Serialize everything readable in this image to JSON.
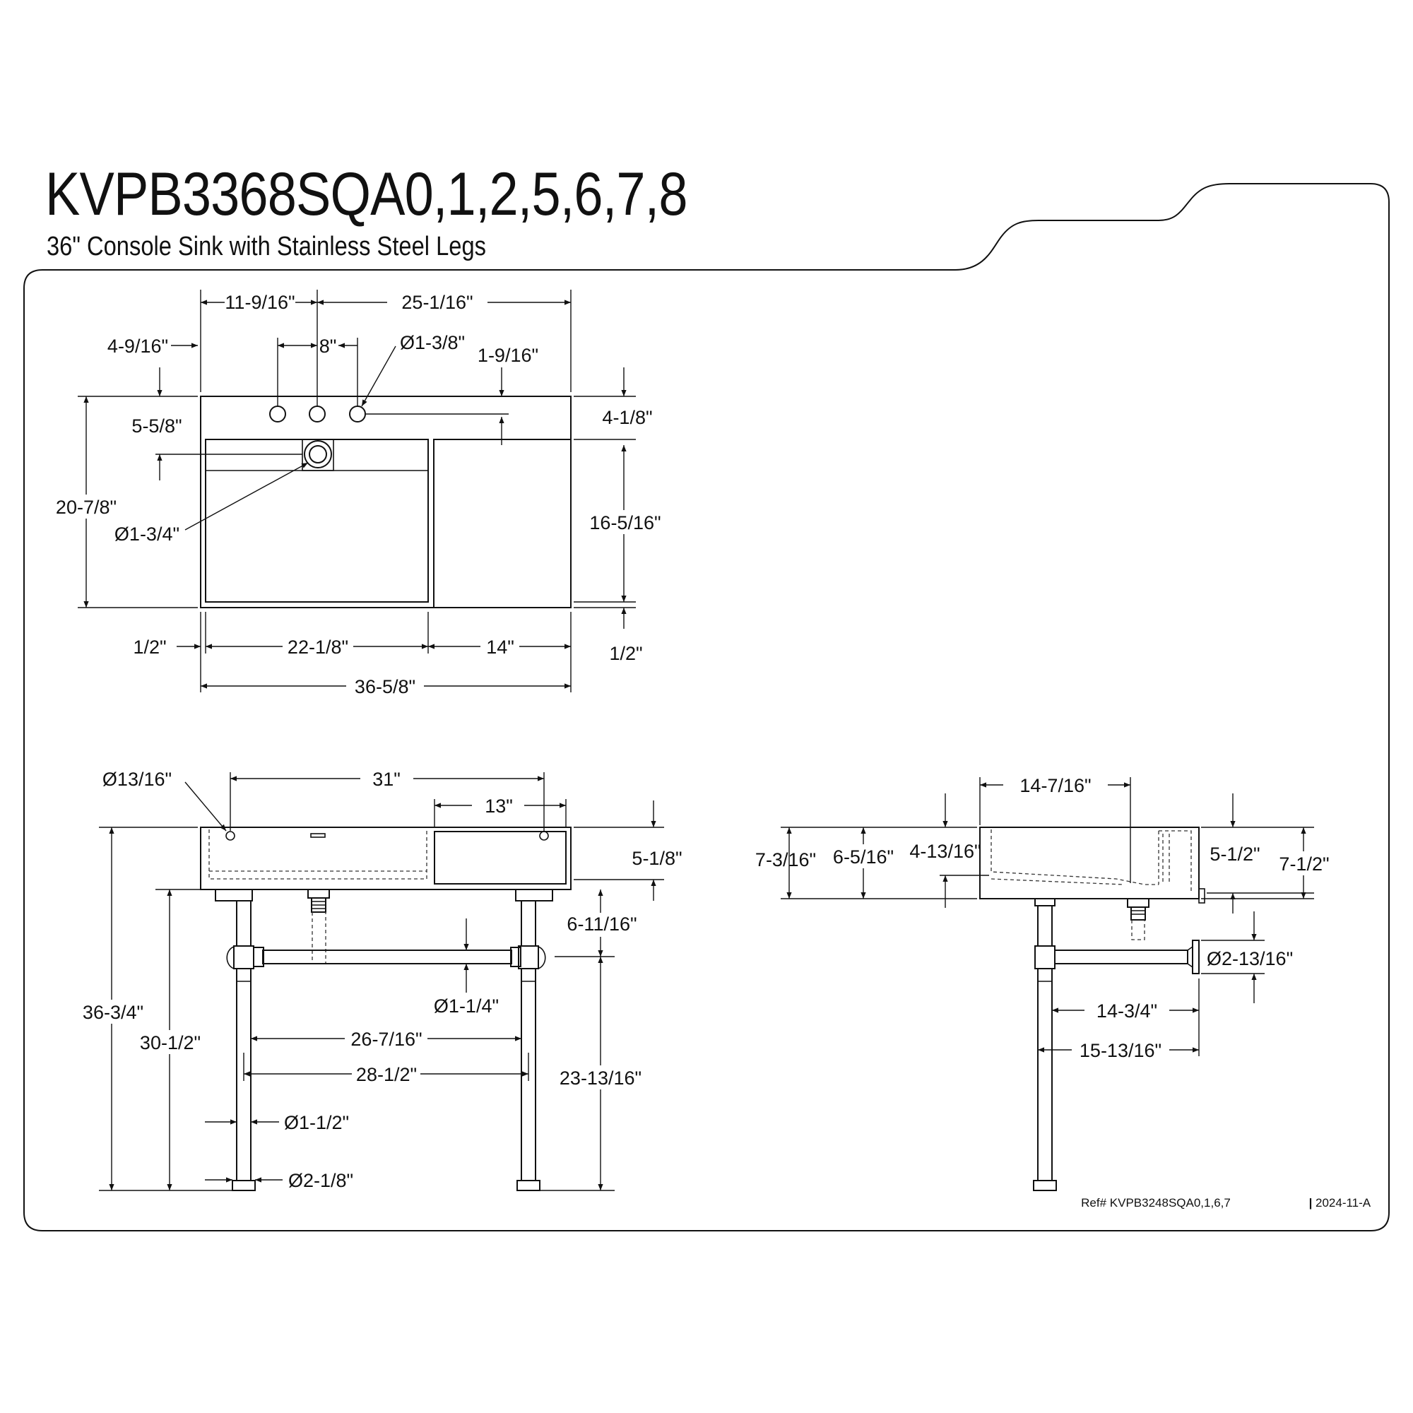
{
  "header": {
    "title": "KVPB3368SQA0,1,2,5,6,7,8",
    "subtitle": "36\" Console Sink with Stainless Steel Legs"
  },
  "top_view": {
    "width_left": "11-9/16\"",
    "width_right": "25-1/16\"",
    "hole_spacing": "8\"",
    "hole_dia": "Ø1-3/8\"",
    "left_edge_offset": "4-9/16\"",
    "right_edge_offset": "1-9/16\"",
    "back_to_holes": "5-5/8\"",
    "depth": "20-7/8\"",
    "drain_dia": "Ø1-3/4\"",
    "deck_to_basin": "4-1/8\"",
    "basin_depth": "16-5/16\"",
    "front_rim_right": "1/2\"",
    "side_rim_left": "1/2\"",
    "basin_width": "22-1/8\"",
    "shelf_width": "14\"",
    "overall_width": "36-5/8\""
  },
  "front_view": {
    "leg_holes_dia": "Ø13/16\"",
    "leg_hole_spacing": "31\"",
    "right_hole_spacing": "13\"",
    "basin_height": "5-1/8\"",
    "bar_drop": "6-11/16\"",
    "bar_dia": "Ø1-1/4\"",
    "overall_height": "36-3/4\"",
    "leg_height": "30-1/2\"",
    "bar_height": "23-13/16\"",
    "inner_leg_spacing": "26-7/16\"",
    "outer_leg_spacing": "28-1/2\"",
    "leg_dia": "Ø1-1/2\"",
    "foot_dia": "Ø2-1/8\""
  },
  "side_view": {
    "depth_top": "14-7/16\"",
    "height_outer": "7-3/16\"",
    "height_mid": "6-5/16\"",
    "height_inner": "4-13/16\"",
    "height_right": "5-1/2\"",
    "height_right_outer": "7-1/2\"",
    "flange_dia": "Ø2-13/16\"",
    "bar_length": "14-3/4\"",
    "overall_depth": "15-13/16\""
  },
  "footer": {
    "ref": "Ref# KVPB3248SQA0,1,6,7",
    "separator": "|",
    "revision": "2024-11-A"
  }
}
